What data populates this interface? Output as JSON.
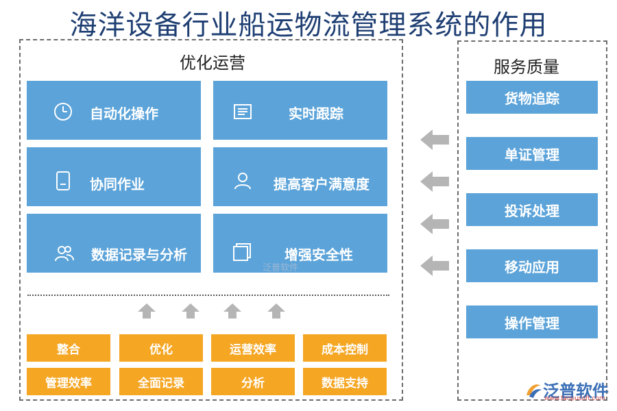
{
  "title": "海洋设备行业船运物流管理系统的作用",
  "left_panel": {
    "title": "优化运营",
    "tiles": [
      {
        "label": "自动化操作",
        "icon": "clock-icon"
      },
      {
        "label": "实时跟踪",
        "icon": "document-list-icon"
      },
      {
        "label": "协同作业",
        "icon": "phone-icon"
      },
      {
        "label": "提高客户满意度",
        "icon": "user-icon"
      },
      {
        "label": "数据记录与分析",
        "icon": "users-icon"
      },
      {
        "label": "增强安全性",
        "icon": "layers-icon"
      }
    ],
    "foundations": [
      "整合",
      "优化",
      "运营效率",
      "成本控制",
      "管理效率",
      "全面记录",
      "分析",
      "数据支持"
    ]
  },
  "right_panel": {
    "title": "服务质量",
    "items": [
      "货物追踪",
      "单证管理",
      "投诉处理",
      "移动应用",
      "操作管理"
    ]
  },
  "watermark": {
    "center_text": "泛普软件",
    "logo_text": "泛普软件",
    "logo_url": "www.fanpusoft.com"
  },
  "colors": {
    "title": "#1f3f73",
    "tile_blue": "#5ba3d9",
    "orange": "#f5a623",
    "arrow_gray": "#b5b5b5"
  }
}
